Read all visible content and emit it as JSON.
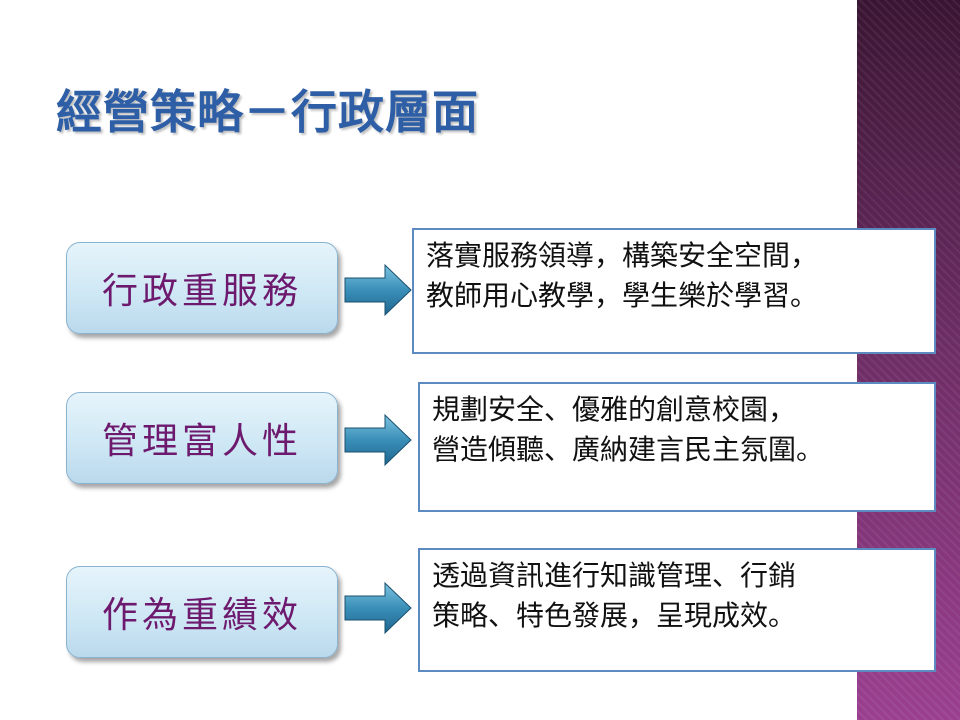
{
  "title": "經營策略－行政層面",
  "rows": [
    {
      "label": "行政重服務",
      "lines": [
        "落實服務領導，構築安全空間，",
        "教師用心教學，學生樂於學習。"
      ]
    },
    {
      "label": "管理富人性",
      "lines": [
        "規劃安全、優雅的創意校園，",
        "營造傾聽、廣納建言民主氛圍。"
      ]
    },
    {
      "label": "作為重績效",
      "lines": [
        "透過資訊進行知識管理、行銷",
        "策略、特色發展，呈現成效。"
      ]
    }
  ],
  "colors": {
    "title": "#2e5fa6",
    "label": "#6d1a6e",
    "box_border": "#5b8bc0",
    "arrow": "#3a8fb8"
  }
}
